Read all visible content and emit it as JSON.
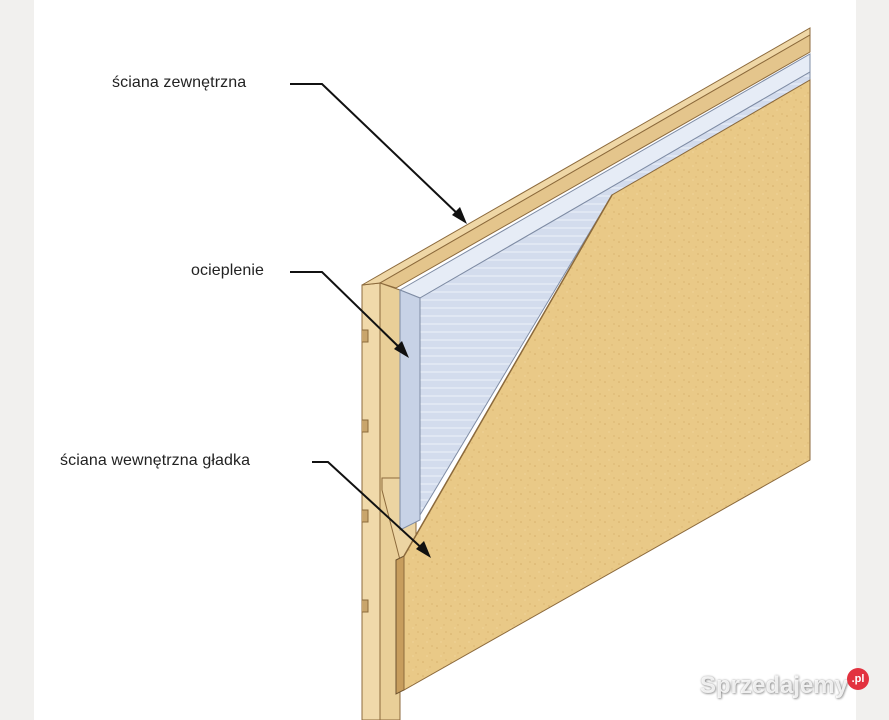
{
  "labels": {
    "outer_wall": "ściana zewnętrzna",
    "insulation": "ocieplenie",
    "inner_wall": "ściana wewnętrzna gładka"
  },
  "watermark": {
    "brand": "Sprzedajemy",
    "badge": ".pl"
  },
  "colors": {
    "background": "#ffffff",
    "frame": "#f1f0ee",
    "wood": "#efd7a6",
    "wood_dark": "#b99460",
    "osb": "#e9c987",
    "insulation": "#cbd6ea",
    "insulation_light": "#e6ecf6",
    "leader": "#111111"
  }
}
